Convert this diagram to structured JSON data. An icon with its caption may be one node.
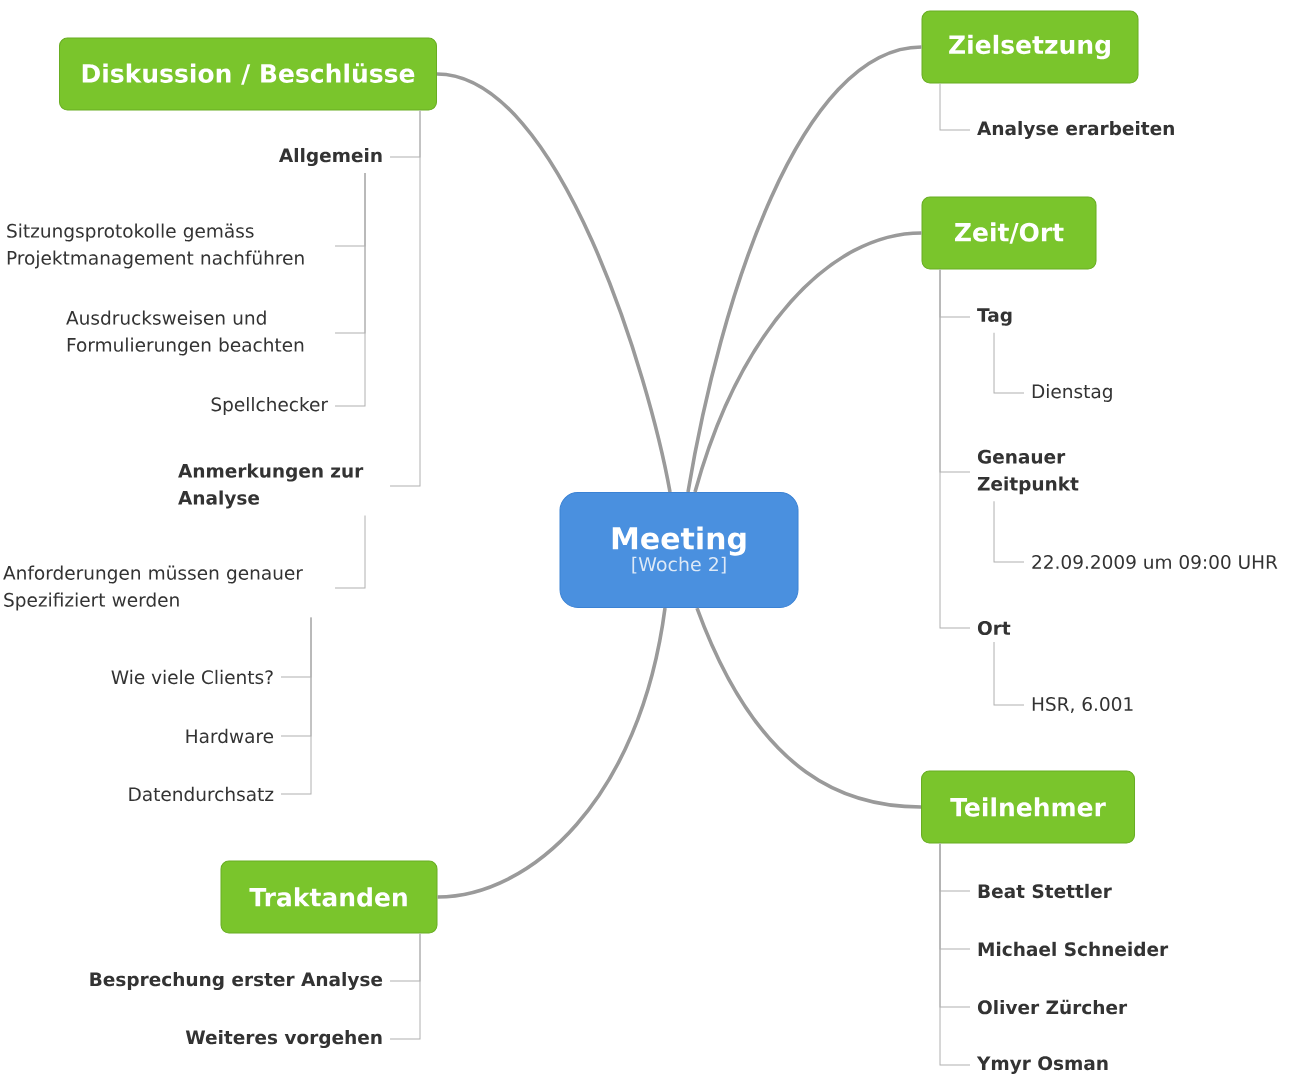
{
  "diagram": {
    "nodes": [
      {
        "text": [
          "Meeting",
          "[Woche 2]"
        ]
      },
      {
        "text": [
          "Diskussion / Beschlüsse"
        ]
      },
      {
        "text": [
          "Allgemein"
        ]
      },
      {
        "text": [
          "Sitzungsprotokolle gemäss Projektmanagement nachführen"
        ]
      },
      {
        "text": [
          "Ausdrucksweisen und Formulierungen beachten"
        ]
      },
      {
        "text": [
          "Spellchecker"
        ]
      },
      {
        "text": [
          "Anmerkungen zur Analyse"
        ]
      },
      {
        "text": [
          "Anforderungen müssen genauer Spezifiziert werden"
        ]
      },
      {
        "text": [
          "Wie viele Clients?"
        ]
      },
      {
        "text": [
          "Hardware"
        ]
      },
      {
        "text": [
          "Datendurchsatz"
        ]
      },
      {
        "text": [
          "Zielsetzung"
        ]
      },
      {
        "text": [
          "Analyse erarbeiten"
        ]
      },
      {
        "text": [
          "Zeit/Ort"
        ]
      },
      {
        "text": [
          "Tag"
        ]
      },
      {
        "text": [
          "Dienstag"
        ]
      },
      {
        "text": [
          "Genauer Zeitpunkt"
        ]
      },
      {
        "text": [
          "22.09.2009 um 09:00 UHR"
        ]
      },
      {
        "text": [
          "Ort"
        ]
      },
      {
        "text": [
          "HSR, 6.001"
        ]
      },
      {
        "text": [
          "Teilnehmer"
        ]
      },
      {
        "text": [
          "Beat Stettler"
        ]
      },
      {
        "text": [
          "Michael Schneider"
        ]
      },
      {
        "text": [
          "Oliver Zürcher"
        ]
      },
      {
        "text": [
          "Ymyr Osman"
        ]
      },
      {
        "text": [
          "Traktanden"
        ]
      },
      {
        "text": [
          "Besprechung erster Analyse"
        ]
      },
      {
        "text": [
          "Weiteres vorgehen"
        ]
      }
    ],
    "edges": [
      {
        "from": 0,
        "to": 1,
        "arrow": "none",
        "style": "thick"
      },
      {
        "from": 0,
        "to": 11,
        "arrow": "none",
        "style": "thick"
      },
      {
        "from": 0,
        "to": 13,
        "arrow": "none",
        "style": "thick"
      },
      {
        "from": 0,
        "to": 20,
        "arrow": "none",
        "style": "thick"
      },
      {
        "from": 0,
        "to": 25,
        "arrow": "none",
        "style": "thick"
      },
      {
        "from": 1,
        "to": 2,
        "arrow": "none"
      },
      {
        "from": 2,
        "to": 3,
        "arrow": "none"
      },
      {
        "from": 2,
        "to": 4,
        "arrow": "none"
      },
      {
        "from": 2,
        "to": 5,
        "arrow": "none"
      },
      {
        "from": 1,
        "to": 6,
        "arrow": "none"
      },
      {
        "from": 6,
        "to": 7,
        "arrow": "none"
      },
      {
        "from": 7,
        "to": 8,
        "arrow": "none"
      },
      {
        "from": 7,
        "to": 9,
        "arrow": "none"
      },
      {
        "from": 7,
        "to": 10,
        "arrow": "none"
      },
      {
        "from": 11,
        "to": 12,
        "arrow": "none"
      },
      {
        "from": 13,
        "to": 14,
        "arrow": "none"
      },
      {
        "from": 14,
        "to": 15,
        "arrow": "none"
      },
      {
        "from": 13,
        "to": 16,
        "arrow": "none"
      },
      {
        "from": 16,
        "to": 17,
        "arrow": "none"
      },
      {
        "from": 13,
        "to": 18,
        "arrow": "none"
      },
      {
        "from": 18,
        "to": 19,
        "arrow": "none"
      },
      {
        "from": 20,
        "to": 21,
        "arrow": "none"
      },
      {
        "from": 20,
        "to": 22,
        "arrow": "none"
      },
      {
        "from": 20,
        "to": 23,
        "arrow": "none"
      },
      {
        "from": 20,
        "to": 24,
        "arrow": "none"
      },
      {
        "from": 25,
        "to": 26,
        "arrow": "none"
      },
      {
        "from": 25,
        "to": 27,
        "arrow": "none"
      }
    ]
  }
}
